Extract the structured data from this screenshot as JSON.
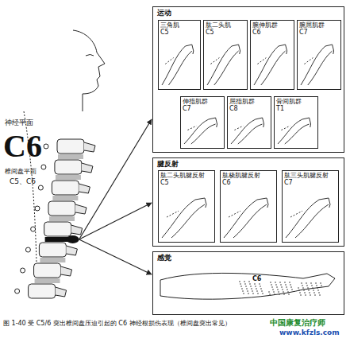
{
  "diagram": {
    "caption": "图 1-40 受 C5/6 突出椎间盘压迫引起的 C6 神经根损伤表现（椎间盘突出常见）",
    "nodes": [
      {
        "text": [
          "运动"
        ]
      },
      {
        "text": [
          "三角肌",
          "C5"
        ],
        "in": 0
      },
      {
        "text": [
          "肱二头肌",
          "C5"
        ],
        "in": 0
      },
      {
        "text": [
          "腕伸肌群",
          "C6"
        ],
        "in": 0
      },
      {
        "text": [
          "腕屈肌群",
          "C7"
        ],
        "in": 0
      },
      {
        "text": [
          "伸指肌群",
          "C7"
        ],
        "in": 0
      },
      {
        "text": [
          "屈指肌群",
          "C8"
        ],
        "in": 0
      },
      {
        "text": [
          "骨间肌群",
          "T1"
        ],
        "in": 0
      },
      {
        "text": [
          "腱反射"
        ]
      },
      {
        "text": [
          "肱二头肌腱反射",
          "C5"
        ],
        "in": 8
      },
      {
        "text": [
          "肱桡肌腱反射",
          "C6"
        ],
        "in": 8
      },
      {
        "text": [
          "肱三头肌腱反射",
          "C7"
        ],
        "in": 8
      },
      {
        "text": [
          "感觉"
        ]
      }
    ],
    "labels": [
      "神经平面",
      "C6",
      "椎间盘平面",
      "C5、C6",
      "C6",
      "中国康复治疗师",
      "www.kfzls.com"
    ]
  }
}
